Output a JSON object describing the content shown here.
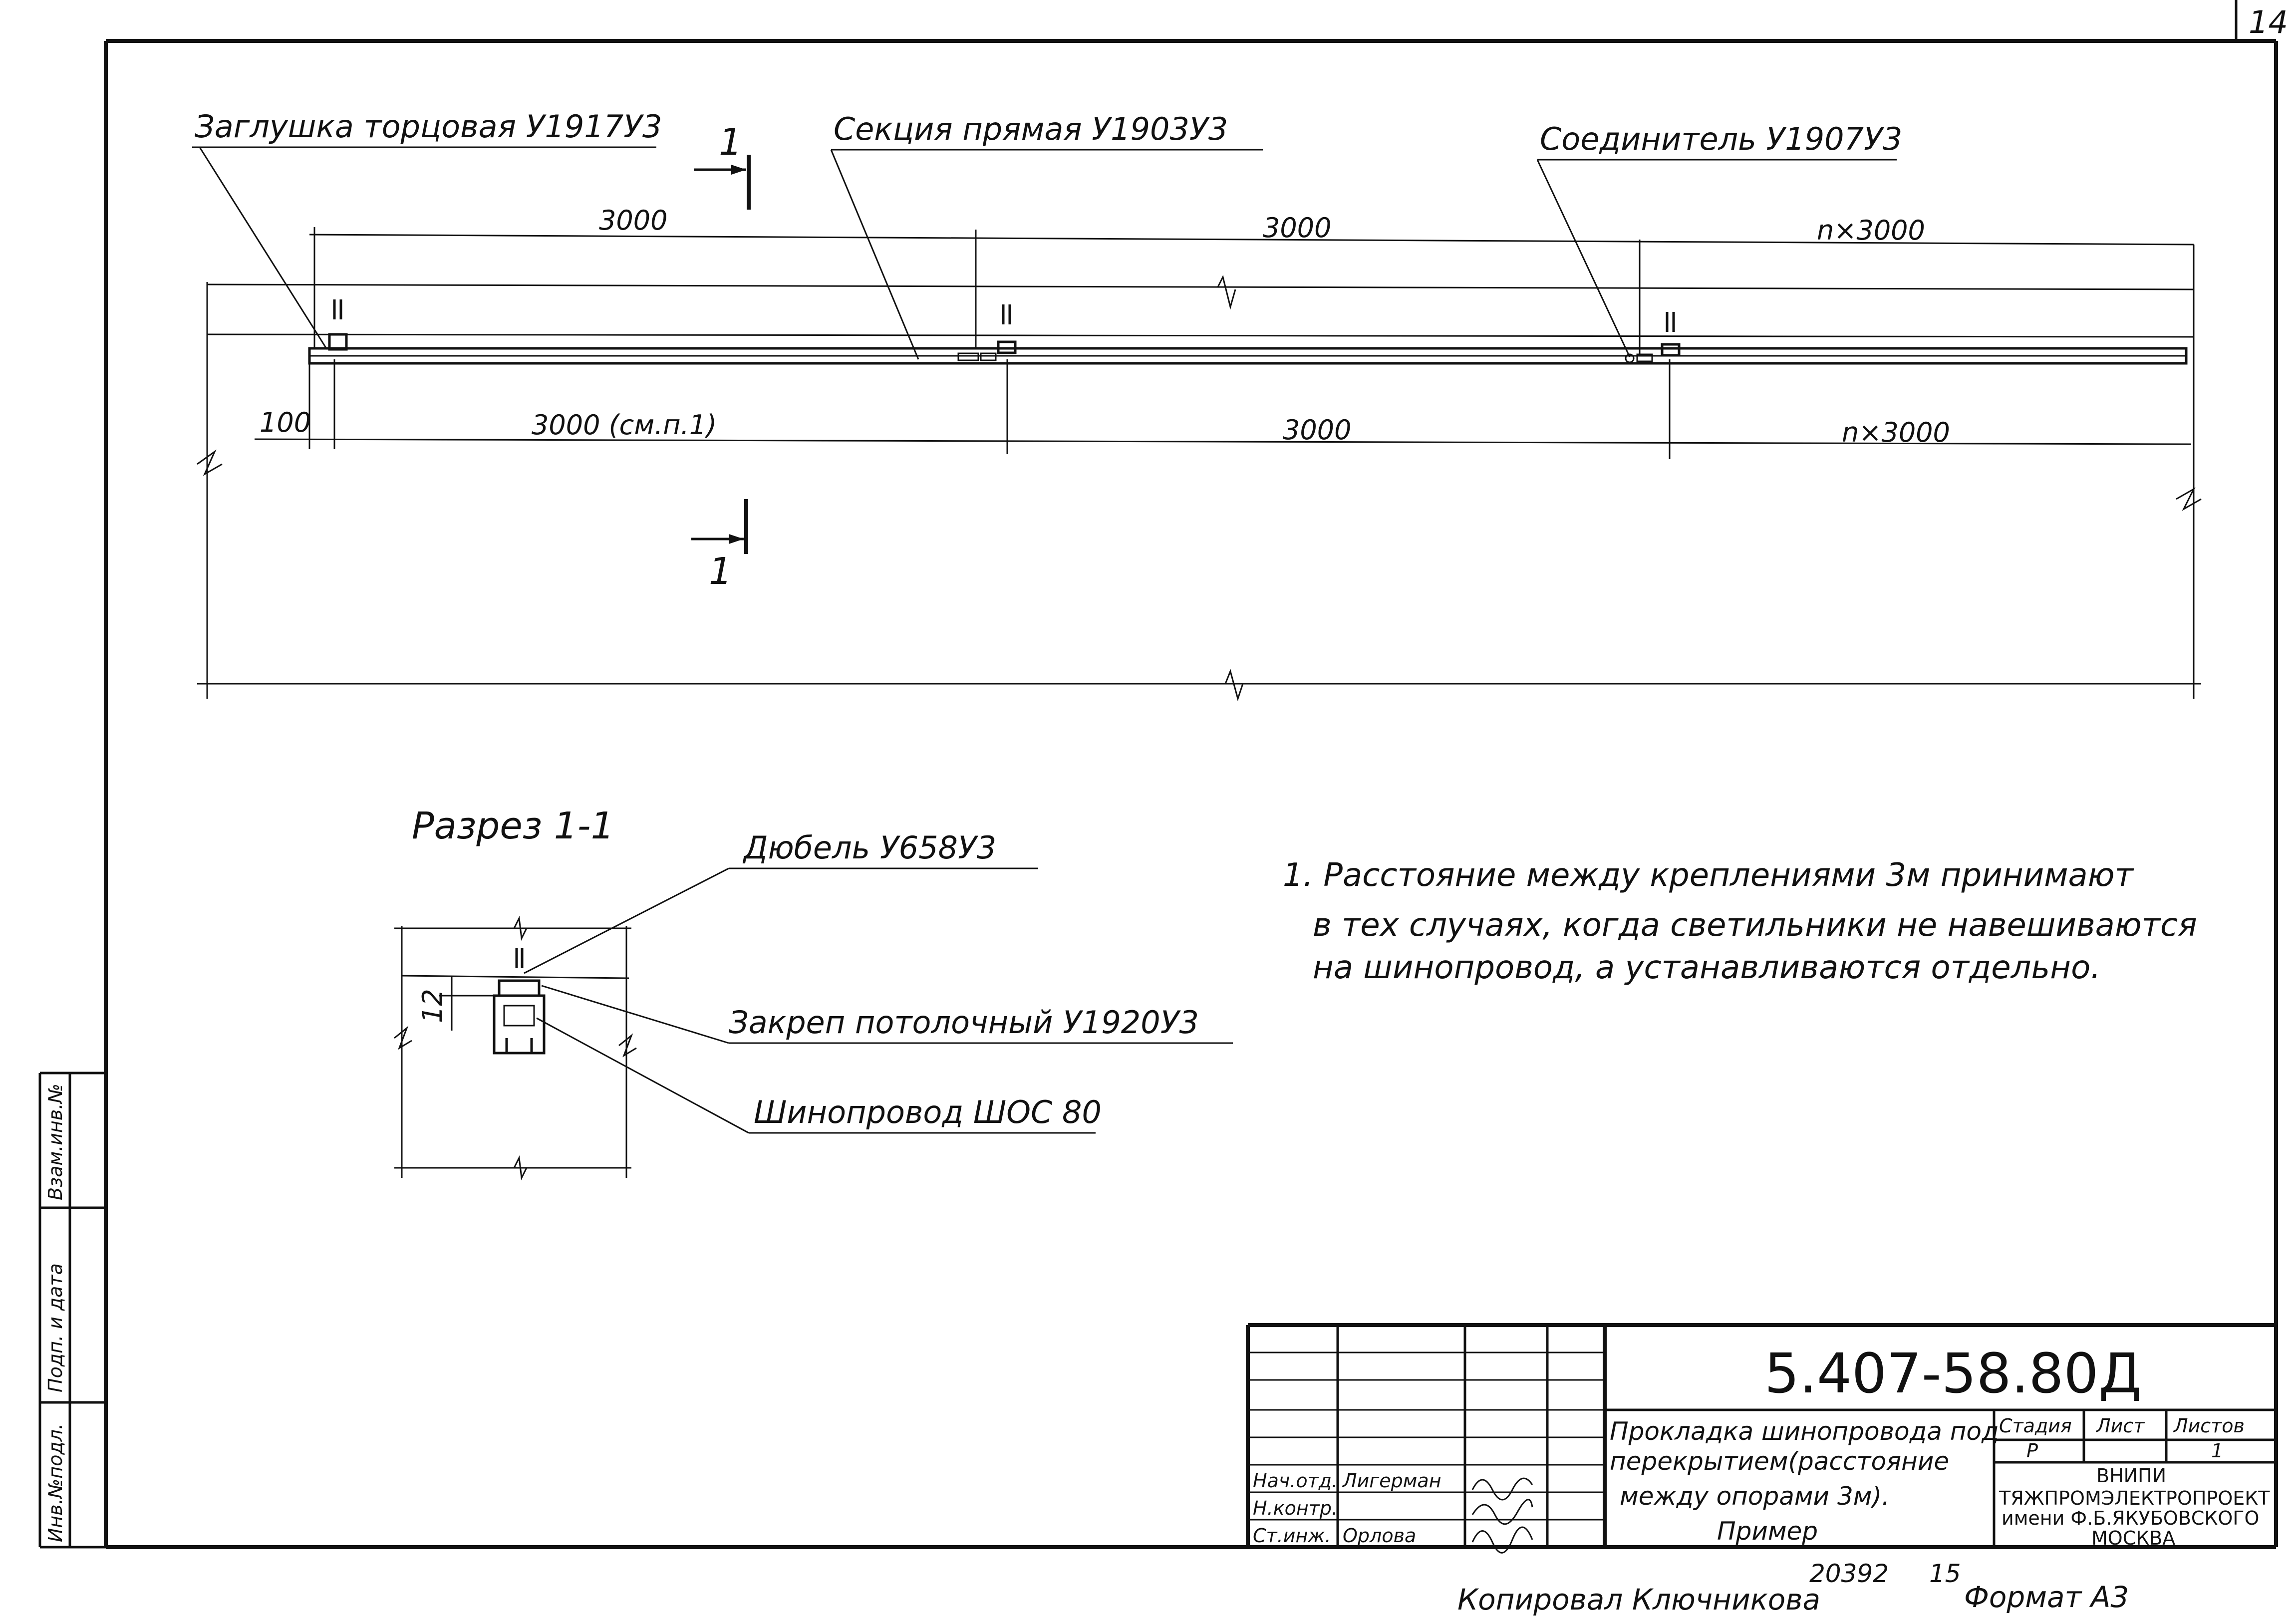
{
  "page_number": "14",
  "plan": {
    "label_end_cap": "Заглушка торцовая У1917У3",
    "label_straight_section": "Секция прямая У1903У3",
    "label_connector": "Соединитель У1907У3",
    "section_mark": "1",
    "dims_top": [
      "3000",
      "3000",
      "n×3000"
    ],
    "dims_bottom": [
      "100",
      "3000 (см.п.1)",
      "3000",
      "n×3000"
    ]
  },
  "section": {
    "title": "Разрез 1-1",
    "label_dowel": "Дюбель У658У3",
    "label_clamp": "Закреп потолочный У1920У3",
    "label_busbar": "Шинопровод ШОС 80",
    "dim_12": "12"
  },
  "note": {
    "lines": [
      "1. Расстояние между креплениями 3м принимают",
      "в тех случаях, когда светильники не навешиваются",
      "на шинопровод, а устанавливаются отдельно."
    ]
  },
  "left_stamp": {
    "fields": [
      "Инв.№подл.",
      "Подп. и дата",
      "Взам.инв.№"
    ]
  },
  "title_block": {
    "code": "5.407-58.80Д",
    "title_lines": [
      "Прокладка шинопровода под",
      "перекрытием(расстояние",
      "между опорами 3м).",
      "Пример"
    ],
    "stage_header": "Стадия",
    "sheet_header": "Лист",
    "sheets_header": "Листов",
    "stage_value": "Р",
    "sheets_value": "1",
    "org_lines": [
      "ВНИПИ",
      "ТЯЖПРОМЭЛЕКТРОПРОЕКТ",
      "имени Ф.Б.ЯКУБОВСКОГО",
      "МОСКВА"
    ],
    "roles": [
      {
        "role": "Нач.отд.",
        "name": "Лигерман"
      },
      {
        "role": "Н.контр.",
        "name": ""
      },
      {
        "role": "Ст.инж.",
        "name": "Орлова"
      }
    ]
  },
  "footer": {
    "copied_by": "Копировал Ключникова",
    "number_1": "20392",
    "number_2": "15",
    "format": "Формат А3"
  }
}
